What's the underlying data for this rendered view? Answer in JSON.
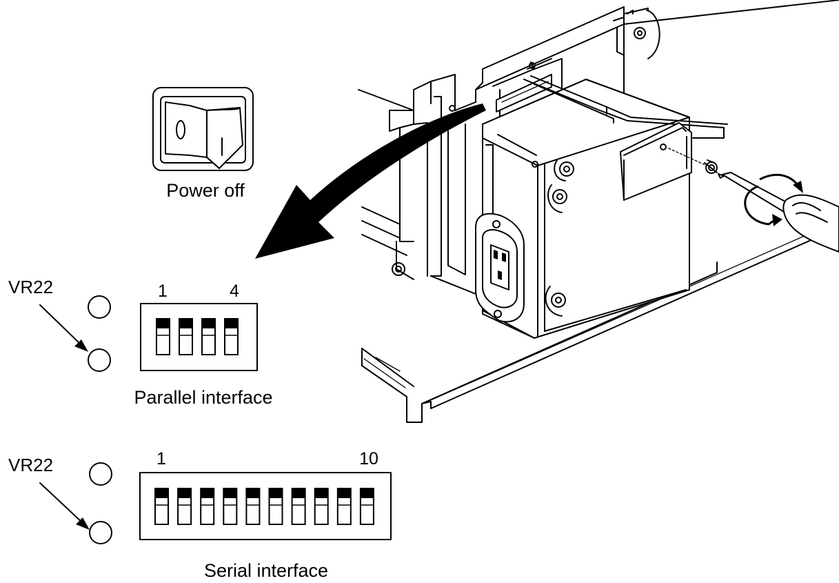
{
  "figure": {
    "power_switch": {
      "caption": "Power off",
      "icon": "rocker-switch-off-icon"
    },
    "parallel_interface": {
      "caption": "Parallel interface",
      "vr_label": "VR22",
      "dip_switch": {
        "first_label": "1",
        "last_label": "4",
        "count": 4
      }
    },
    "serial_interface": {
      "caption": "Serial interface",
      "vr_label": "VR22",
      "dip_switch": {
        "first_label": "1",
        "last_label": "10",
        "count": 10
      }
    },
    "printer_rear": {
      "icon": "printer-rear-panel-icon"
    },
    "screwdriver": {
      "icon": "screwdriver-icon"
    },
    "direction_arrow": {
      "icon": "curved-arrow-icon"
    }
  }
}
